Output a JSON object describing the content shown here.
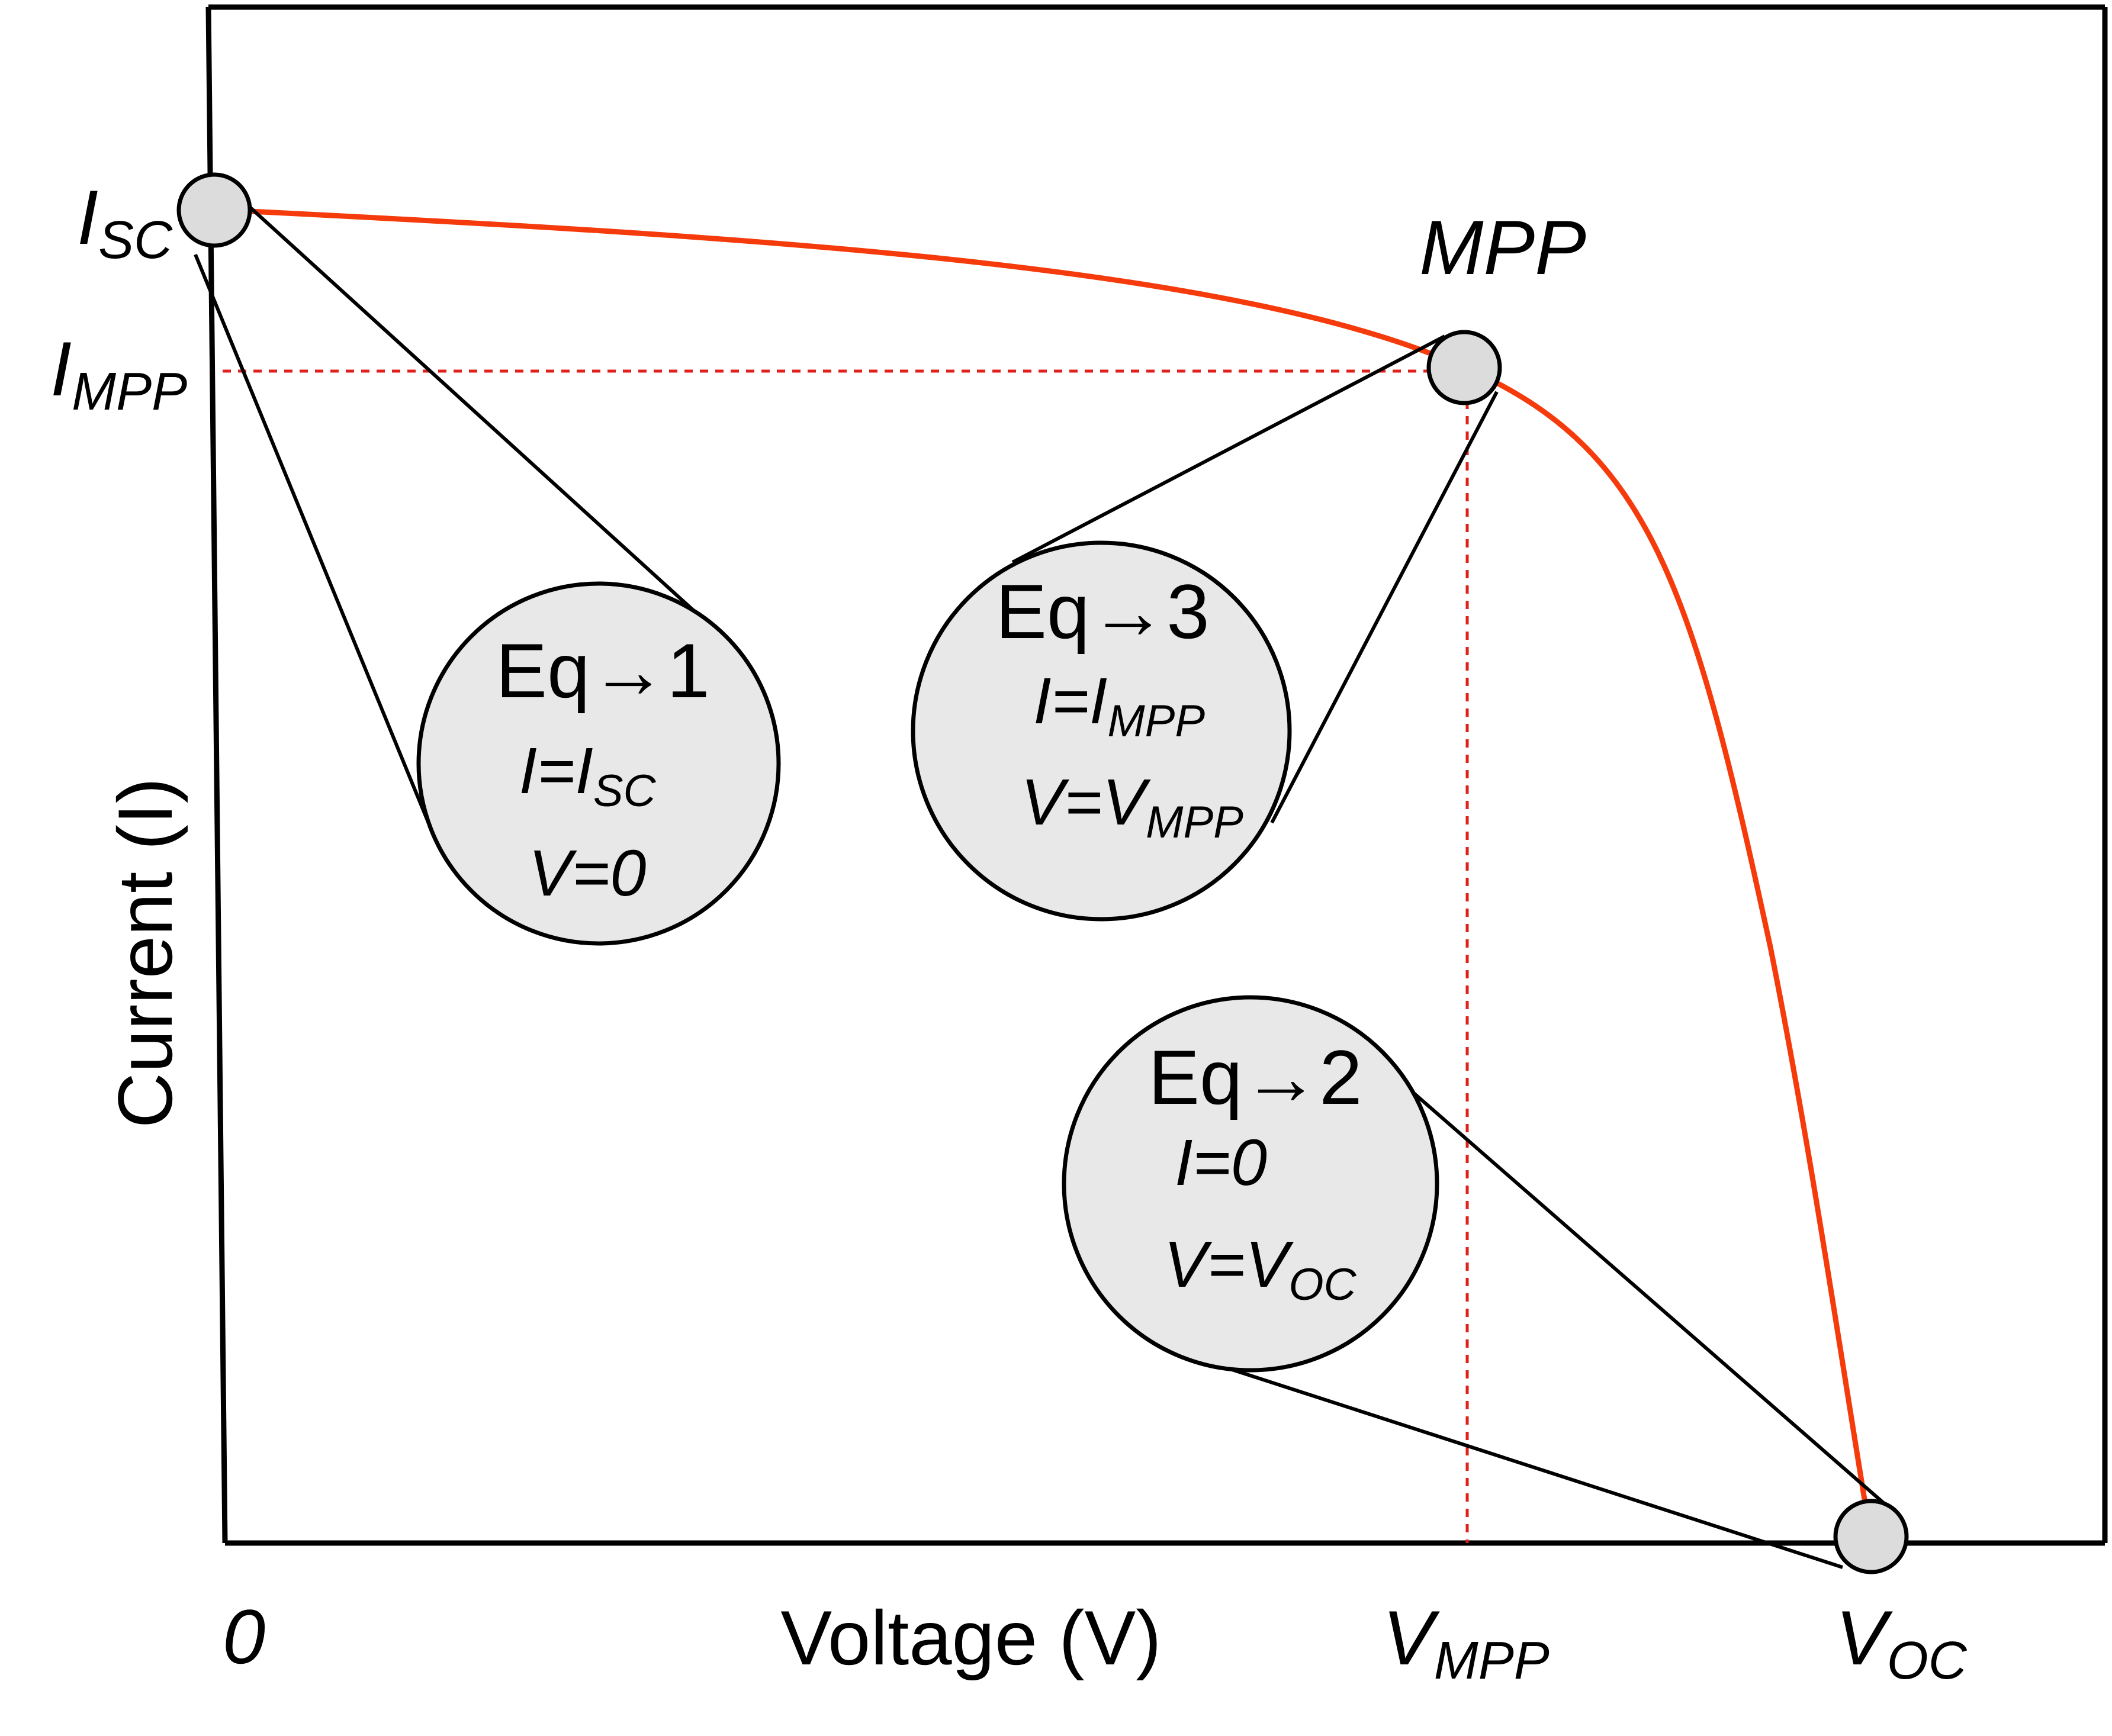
{
  "colors": {
    "curve": "#f53b0c",
    "guide": "#e0201a",
    "bubble_fill": "#e8e8e8",
    "point_fill": "#dcdcdc",
    "line": "#000000"
  },
  "axes": {
    "xlabel": "Voltage (V)",
    "ylabel": "Current (I)",
    "origin": "0"
  },
  "ticks": {
    "isc": {
      "main": "I",
      "sub": "SC"
    },
    "impp": {
      "main": "I",
      "sub": "MPP"
    },
    "vmpp": {
      "main": "V",
      "sub": "MPP"
    },
    "voc": {
      "main": "V",
      "sub": "OC"
    }
  },
  "mpp_label": "MPP",
  "bubbles": {
    "eq1": {
      "title": "Eq→1",
      "line1": {
        "main": "I=I",
        "sub": "SC"
      },
      "line2": "V=0"
    },
    "eq3": {
      "title": "Eq→3",
      "line1": {
        "main": "I=I",
        "sub": "MPP"
      },
      "line2": {
        "main": "V=V",
        "sub": "MPP"
      }
    },
    "eq2": {
      "title": "Eq→2",
      "line1": "I=0",
      "line2": {
        "main": "V=V",
        "sub": "OC"
      }
    }
  }
}
